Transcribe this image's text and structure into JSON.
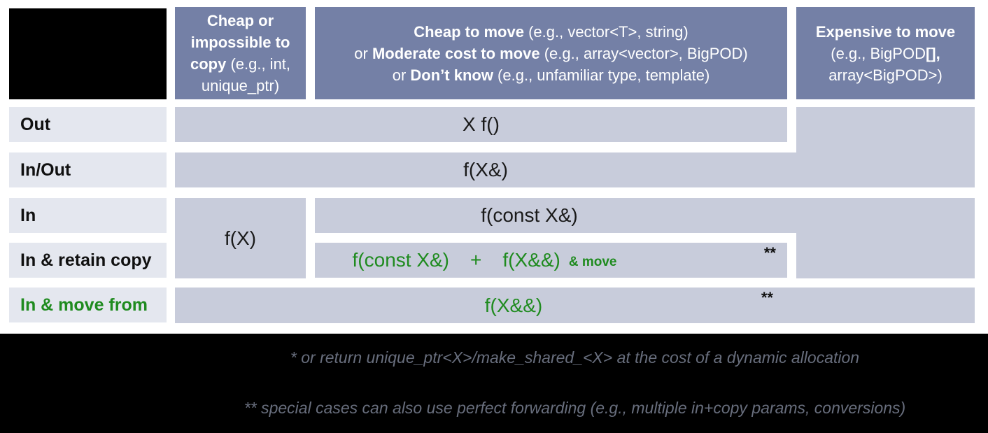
{
  "header": {
    "col1": {
      "line1": "Cheap or",
      "line2": "impossible to",
      "line3_bold": "copy ",
      "line3_normal": "(e.g., int,",
      "line4": "unique_ptr)"
    },
    "col2": {
      "line1_bold": "Cheap to move ",
      "line1_normal": "(e.g., vector<T>, string)",
      "line2_pre": "or ",
      "line2_bold": "Moderate cost to move ",
      "line2_normal": "(e.g., array<vector>, BigPOD)",
      "line3_pre": "or ",
      "line3_bold": "Don’t know ",
      "line3_normal": "(e.g., unfamiliar type, template)"
    },
    "col3": {
      "line1_bold": "Expensive to move",
      "line2_pre": "(e.g., BigPOD",
      "line2_bold": "[],",
      "line3": "array<BigPOD>)"
    }
  },
  "rows": {
    "out": "Out",
    "in_out": "In/Out",
    "in": "In",
    "in_retain_copy": "In & retain copy",
    "in_move_from": "In & move from"
  },
  "cells": {
    "out_signature": "X f()",
    "inout_signature": "f(X&)",
    "in_cheap_signature": "f(X)",
    "in_signature": "f(const X&)",
    "retain_sig_left": "f(const X&)",
    "retain_plus": "+",
    "retain_sig_right": "f(X&&)",
    "retain_suffix": "& move",
    "retain_footnote": "**",
    "movefrom_signature": "f(X&&)",
    "movefrom_footnote": "**"
  },
  "footnotes": {
    "line1": "* or return unique_ptr<X>/make_shared_<X> at the cost of a dynamic allocation",
    "line2": "** special cases can also use perfect forwarding (e.g., multiple in+copy params, conversions)"
  },
  "colors": {
    "header_bg": "#7480a6",
    "cell_bg": "#c8ccdb",
    "label_bg": "#e4e7ef",
    "green_accent": "#1f8b1f",
    "footer_bg": "#000000",
    "footer_text": "#686e7d"
  }
}
